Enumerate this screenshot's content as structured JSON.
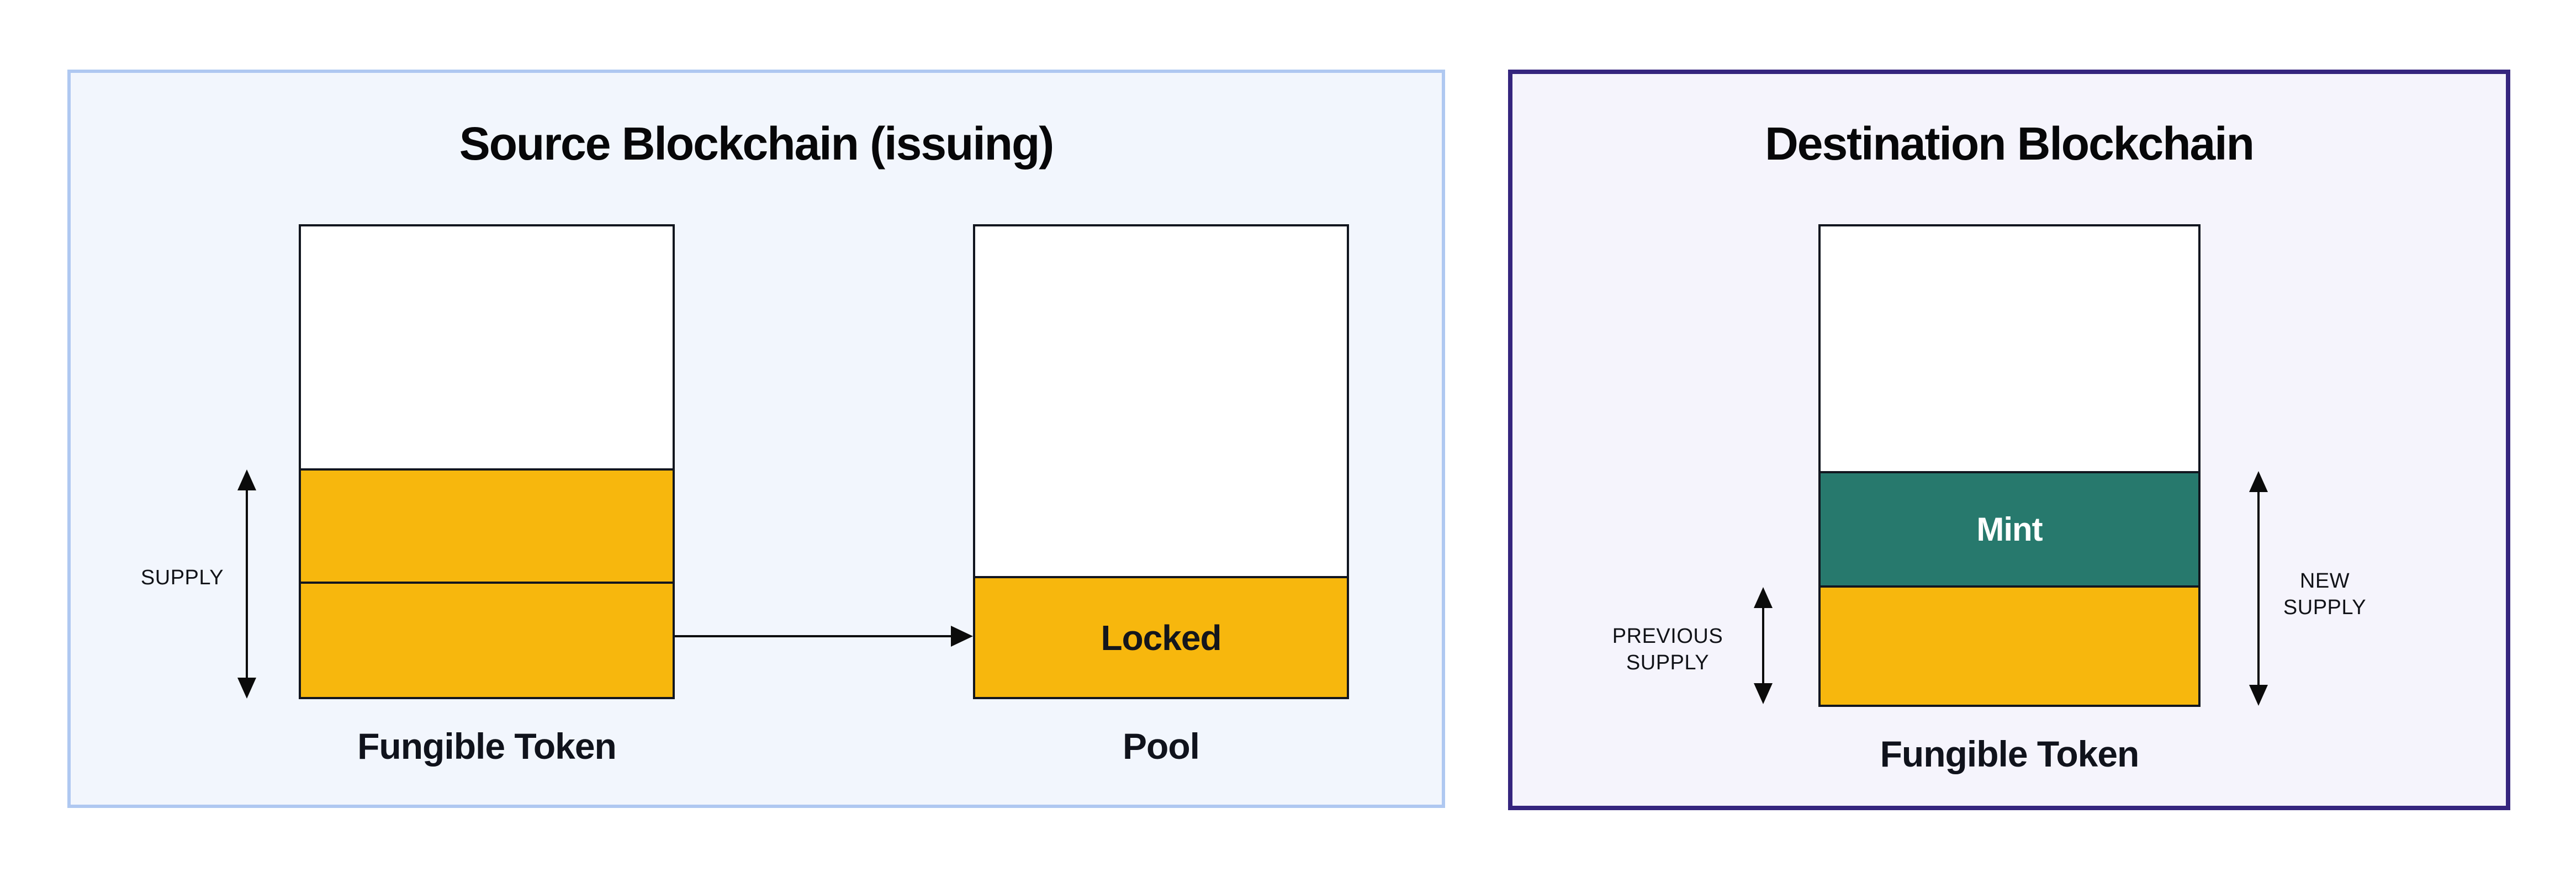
{
  "colors": {
    "token_fill": "#F7B70D",
    "mint_fill": "#27796D",
    "box_border": "#12161F",
    "source_panel_bg": "#F2F6FD",
    "source_panel_border": "#AFC8F1",
    "dest_panel_bg": "#F5F4FC",
    "dest_panel_border": "#35257E",
    "text": "#0C0E13",
    "mint_text": "#FFFFFF",
    "arrow": "#0B0B0B"
  },
  "source_panel": {
    "title": "Source Blockchain (issuing)",
    "supply_label": "SUPPLY",
    "token_box_caption": "Fungible Token",
    "pool_box_caption": "Pool",
    "locked_label": "Locked"
  },
  "destination_panel": {
    "title": "Destination Blockchain",
    "previous_supply_label": "PREVIOUS SUPPLY",
    "new_supply_label": "NEW SUPPLY",
    "mint_label": "Mint",
    "token_box_caption": "Fungible Token"
  }
}
